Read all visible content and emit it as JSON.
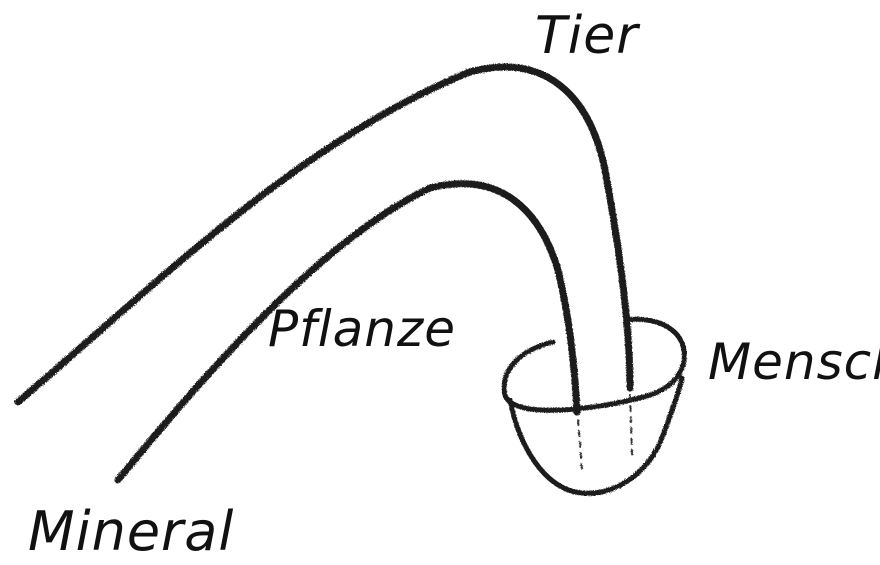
{
  "labels": {
    "tier": "Tier",
    "pflanze": "Pflanze",
    "mensch": "Mensch",
    "mineral": "Mineral"
  },
  "colors": {
    "ink": "#1a1a1a",
    "paper": "#ffffff"
  }
}
